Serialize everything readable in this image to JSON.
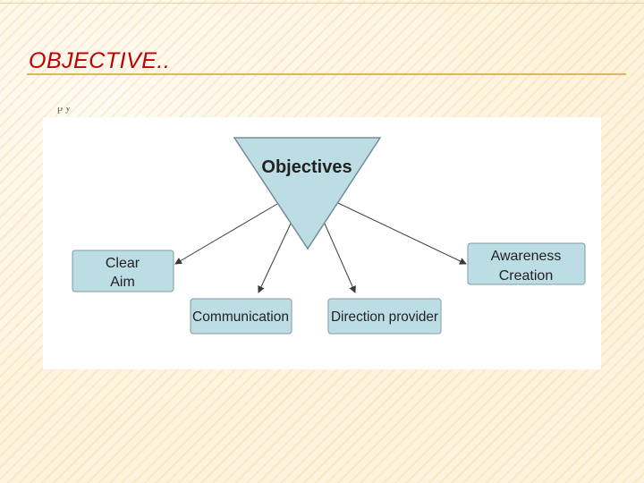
{
  "slide": {
    "title": "OBJECTIVE..",
    "stray_caption": "p y"
  },
  "diagram": {
    "root": "Objectives",
    "nodes": [
      {
        "id": "clear-aim",
        "lines": [
          "Clear",
          "Aim"
        ]
      },
      {
        "id": "communication",
        "lines": [
          "Communication"
        ]
      },
      {
        "id": "direction-provider",
        "lines": [
          "Direction provider"
        ]
      },
      {
        "id": "awareness-creation",
        "lines": [
          "Awareness",
          "Creation"
        ]
      }
    ],
    "colors": {
      "fill": "#bcdde3",
      "stroke": "#7f9aa3",
      "arrow": "#3a3a3a",
      "title": "#c00000",
      "rule": "#e3b45c"
    }
  }
}
